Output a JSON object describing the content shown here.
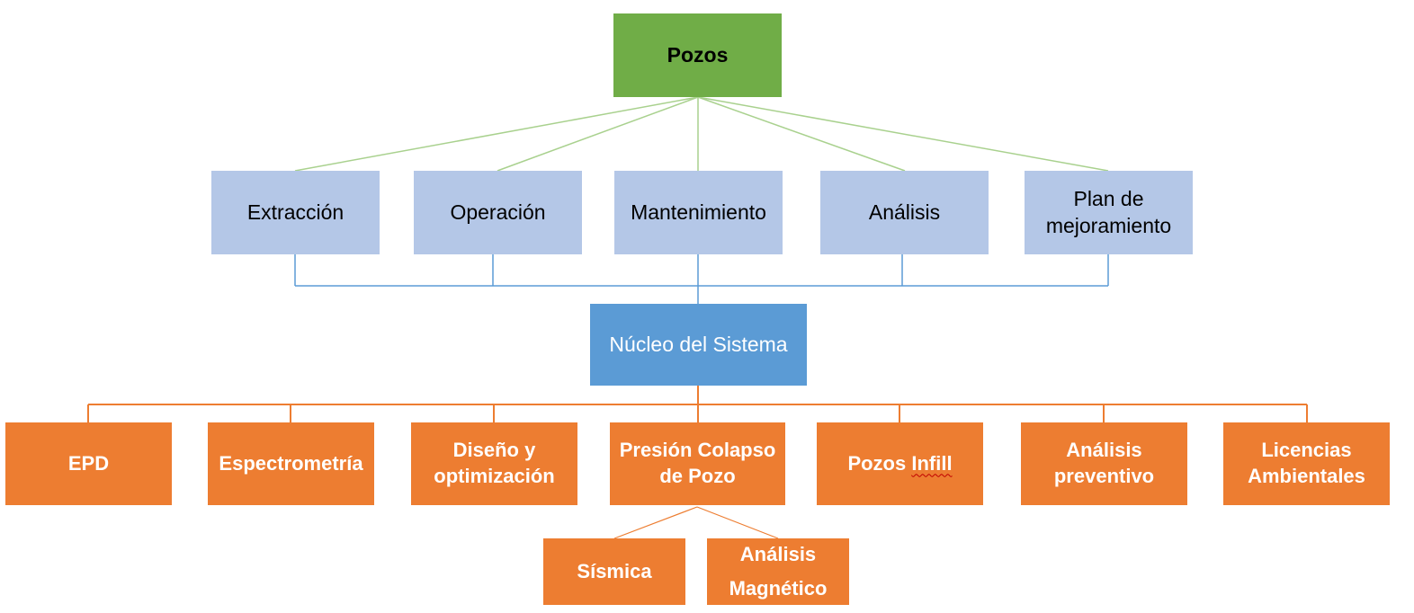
{
  "colors": {
    "root": "#70ad47",
    "category": "#b4c7e7",
    "core": "#5b9bd5",
    "module": "#ed7d31",
    "line_green": "#a9d18e",
    "line_blue": "#5b9bd5",
    "line_orange": "#ed7d31"
  },
  "root": {
    "label": "Pozos"
  },
  "categories": [
    {
      "label": "Extracción"
    },
    {
      "label": "Operación"
    },
    {
      "label": "Mantenimiento"
    },
    {
      "label": "Análisis"
    },
    {
      "label": "Plan de\nmejoramiento"
    }
  ],
  "core": {
    "label": "Núcleo del Sistema"
  },
  "modules": [
    {
      "label": "EPD"
    },
    {
      "label": "Espectrometría"
    },
    {
      "label": "Diseño y\noptimización"
    },
    {
      "label": "Presión Colapso\nde Pozo"
    },
    {
      "label_prefix": "Pozos ",
      "label_flagged": "Infill"
    },
    {
      "label": "Análisis\npreventivo"
    },
    {
      "label": "Licencias\nAmbientales"
    }
  ],
  "submodules": [
    {
      "label": "Sísmica"
    },
    {
      "label": "Análisis\nMagnético"
    }
  ]
}
